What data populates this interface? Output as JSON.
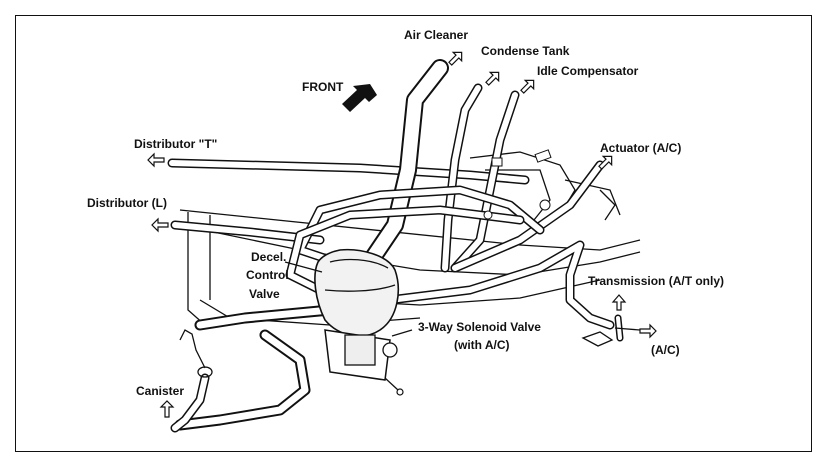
{
  "labels": {
    "air_cleaner": "Air Cleaner",
    "condense_tank": "Condense Tank",
    "idle_compensator": "Idle Compensator",
    "front": "FRONT",
    "distributor_t": "Distributor \"T\"",
    "distributor_l": "Distributor (L)",
    "actuator": "Actuator (A/C)",
    "decel_line1": "Decel.",
    "decel_line2": "Control",
    "decel_line3": "Valve",
    "transmission": "Transmission (A/T only)",
    "solenoid_line1": "3-Way Solenoid Valve",
    "solenoid_line2": "(with A/C)",
    "ac": "(A/C)",
    "canister": "Canister"
  }
}
